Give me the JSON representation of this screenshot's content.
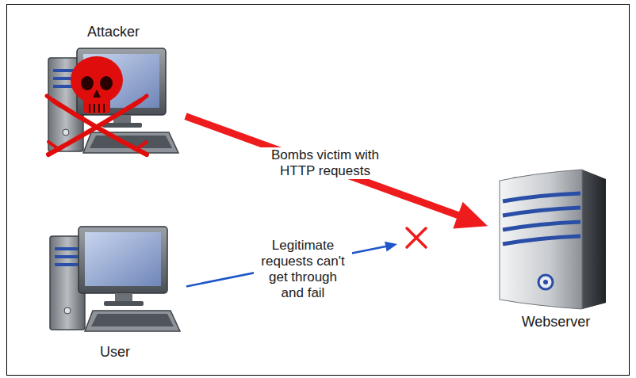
{
  "diagram": {
    "nodes": [
      {
        "text": [
          "Attacker"
        ]
      },
      {
        "text": [
          "User"
        ]
      },
      {
        "text": [
          "Webserver"
        ]
      }
    ],
    "edges": [
      {
        "from": 0,
        "to": 2,
        "arrow": "to",
        "label": "Bombs victim with HTTP requests"
      },
      {
        "from": 1,
        "to": 2,
        "arrow": "to",
        "label": "Legitimate requests can't get through and fail"
      }
    ]
  }
}
